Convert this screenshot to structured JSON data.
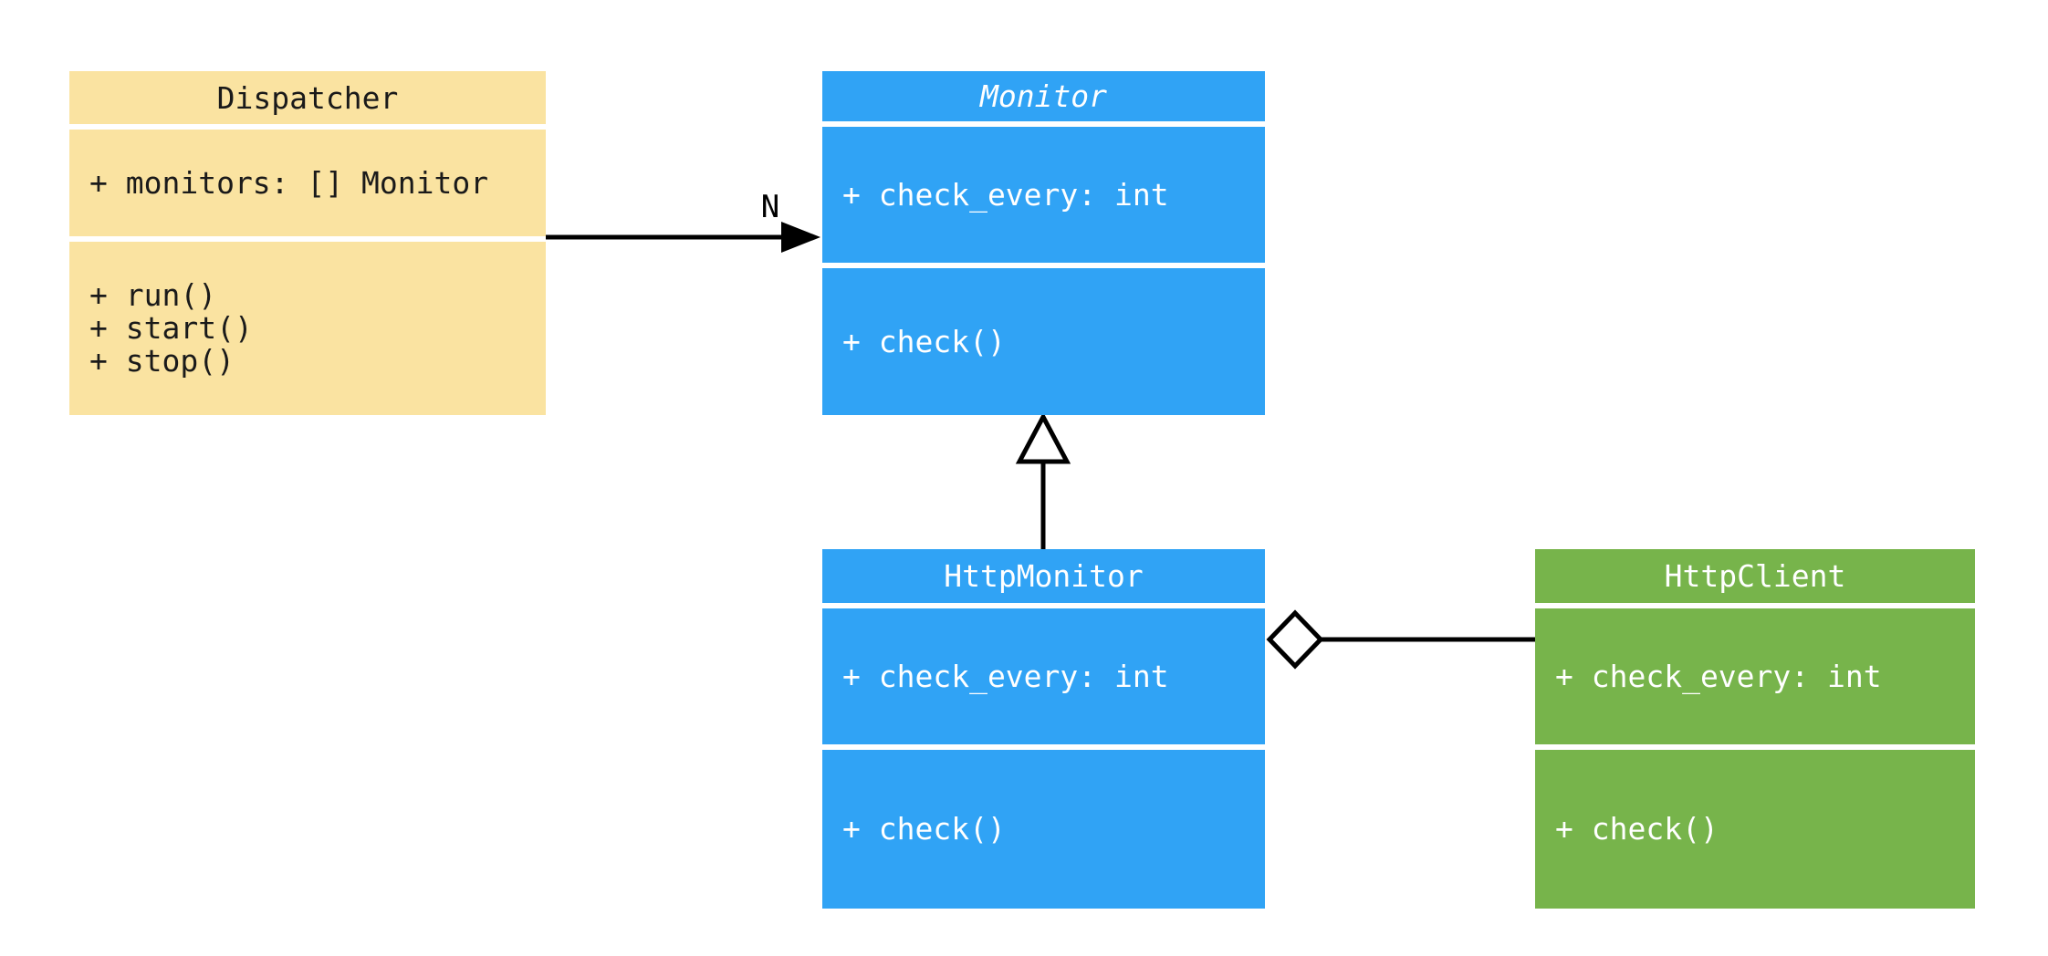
{
  "diagram": {
    "kind": "uml-class-diagram",
    "background": "#ffffff",
    "colors": {
      "dispatcher_fill": "#fae3a1",
      "monitor_fill": "#30a3f5",
      "http_client_fill": "#77b44b",
      "connector": "#000000",
      "dark_text": "#1a1a1a",
      "light_text": "#ffffff"
    }
  },
  "classes": [
    {
      "name": "Dispatcher",
      "abstract": false,
      "attributes": [
        "+ monitors: [] Monitor"
      ],
      "methods": [
        "+ run()",
        "+ start()",
        "+ stop()"
      ]
    },
    {
      "name": "Monitor",
      "abstract": true,
      "attributes": [
        "+ check_every: int"
      ],
      "methods": [
        "+ check()"
      ]
    },
    {
      "name": "HttpMonitor",
      "abstract": false,
      "attributes": [
        "+ check_every: int"
      ],
      "methods": [
        "+ check()"
      ]
    },
    {
      "name": "HttpClient",
      "abstract": false,
      "attributes": [
        "+ check_every: int"
      ],
      "methods": [
        "+ check()"
      ]
    }
  ],
  "relationships": [
    {
      "type": "association",
      "from": "Dispatcher",
      "to": "Monitor",
      "label": "N",
      "head": "filled-arrow"
    },
    {
      "type": "inheritance",
      "from": "HttpMonitor",
      "to": "Monitor",
      "label": "",
      "head": "hollow-triangle"
    },
    {
      "type": "aggregation",
      "from": "HttpMonitor",
      "to": "HttpClient",
      "label": "",
      "head": "hollow-diamond"
    }
  ]
}
